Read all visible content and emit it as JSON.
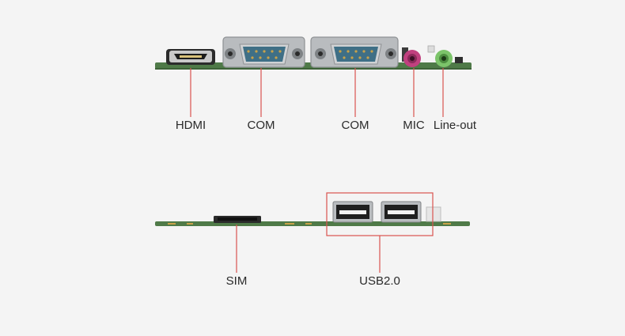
{
  "top_board": {
    "labels": {
      "hdmi": "HDMI",
      "com1": "COM",
      "com2": "COM",
      "mic": "MIC",
      "line_out": "Line-out"
    }
  },
  "bottom_board": {
    "labels": {
      "sim": "SIM",
      "usb": "USB2.0"
    }
  },
  "colors": {
    "background": "#f4f4f4",
    "pcb_green": "#4f7a48",
    "callout_red": "#d9534f",
    "mic_pink": "#c0407f",
    "line_out_green": "#7cc46a",
    "metal": "#b9bcbf",
    "db9_blue": "#3f6f86"
  }
}
